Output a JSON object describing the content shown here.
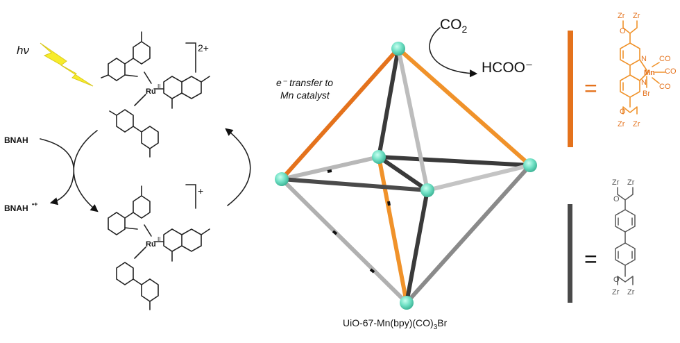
{
  "light": {
    "label": "hν"
  },
  "complex_top": {
    "charge": "2+",
    "metal": "Ru",
    "ox": "II"
  },
  "complex_bottom": {
    "charge": "+",
    "metal": "Ru",
    "ox": "II"
  },
  "donor": {
    "reduced": "BNAH",
    "oxidized": "BNAH",
    "oxidized_charge": "•+"
  },
  "electron_transfer": {
    "line1": "e⁻ transfer to",
    "line2": "Mn catalyst"
  },
  "co2": {
    "reactant": "CO",
    "reactant_sub": "2",
    "product": "HCOO⁻"
  },
  "mof": {
    "label_main": "UiO-67-Mn(bpy)(CO)",
    "label_sub": "3",
    "label_end": "Br"
  },
  "legend": {
    "orange_equals": "=",
    "gray_equals": "=",
    "orange_linker": {
      "metal": "Mn",
      "co1": "CO",
      "co2": "CO",
      "co3": "CO",
      "halide": "Br",
      "zr": "Zr",
      "o": "O",
      "n": "N"
    },
    "gray_linker": {
      "zr": "Zr",
      "o": "O"
    }
  },
  "colors": {
    "orange": "#f0922a",
    "orange_dark": "#e4721c",
    "gray_rod": "#9a9a9a",
    "dark_rod": "#3a3a3a",
    "node": "#6fe0c4",
    "bolt": "#f7ec2a"
  }
}
